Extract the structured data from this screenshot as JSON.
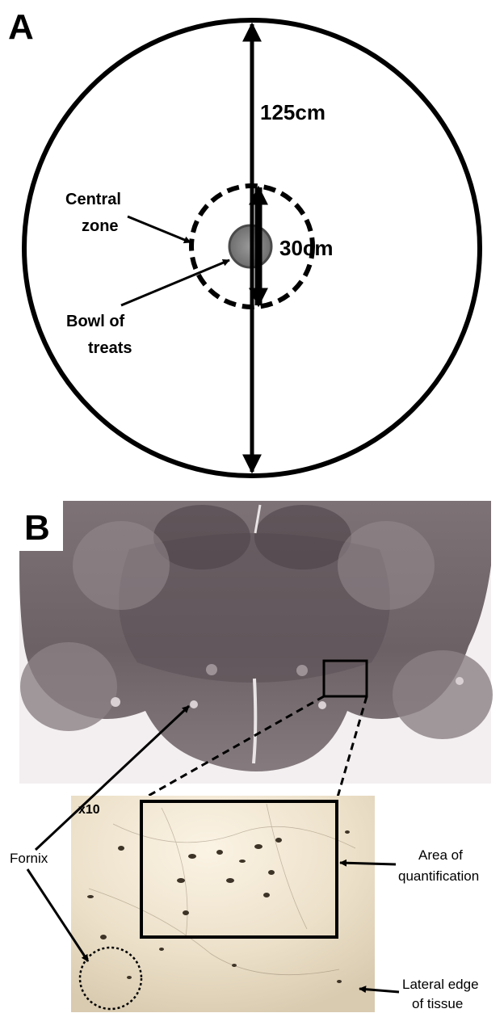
{
  "panel_a": {
    "letter": "A",
    "diameter_label": "125cm",
    "zone_diameter_label": "30cm",
    "central_zone_label": [
      "Central",
      "zone"
    ],
    "bowl_label": [
      "Bowl of",
      "treats"
    ]
  },
  "panel_b": {
    "letter": "B",
    "magnification_label": "x10",
    "fornix_label": "Fornix",
    "area_label": [
      "Area of",
      "quantification"
    ],
    "edge_label": [
      "Lateral edge",
      "of tissue"
    ]
  }
}
